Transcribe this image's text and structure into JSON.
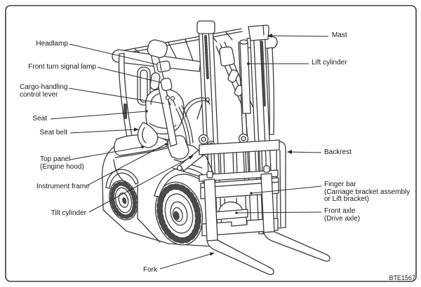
{
  "diagram": {
    "figure_code": "BTE1567",
    "labels": {
      "headlamp": "Headlamp",
      "front_turn_signal_lamp": "Front turn signal lamp",
      "cargo_handling_1": "Cargo-handling",
      "cargo_handling_2": "control lever",
      "seat": "Seat",
      "seat_belt": "Seat belt",
      "top_panel_1": "Top panel",
      "top_panel_2": "(Engine hood)",
      "instrument_frame": "Instrument frame",
      "tilt_cylinder": "Tilt cylinder",
      "fork": "Fork",
      "mast": "Mast",
      "lift_cylinder": "Lift cylinder",
      "backrest": "Backrest",
      "finger_bar_1": "Finger bar",
      "finger_bar_2": "(Carriage bracket assembly",
      "finger_bar_3": "or Lift bracket)",
      "front_axle_1": "Front axle",
      "front_axle_2": "(Drive axle)"
    },
    "colors": {
      "line": "#3a3a3a",
      "leader": "#2b2b2b",
      "text": "#161616",
      "background": "#ffffff",
      "tire_shade": "#4a4a4a",
      "border": "#3b3b3b"
    }
  }
}
